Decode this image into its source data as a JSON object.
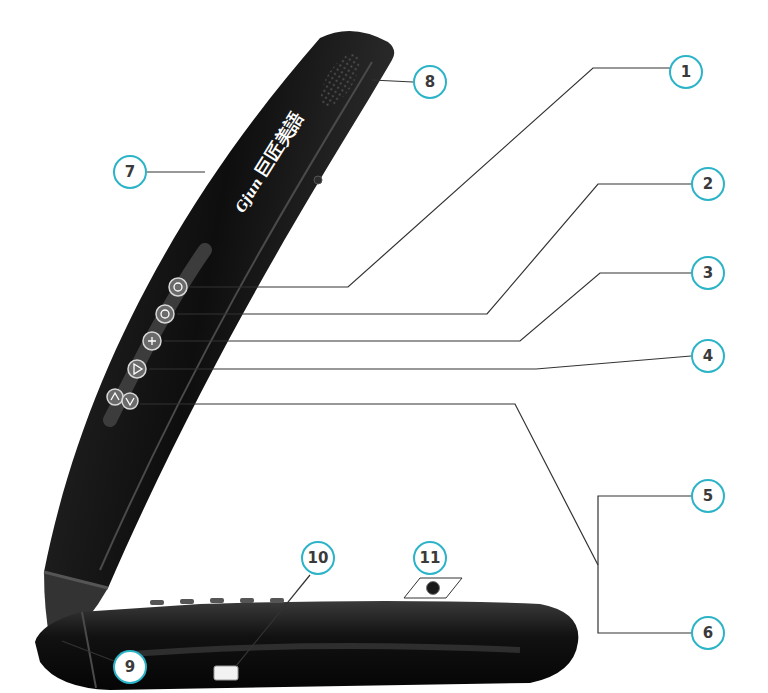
{
  "diagram": {
    "nodes": [
      {
        "text": [
          "1"
        ]
      },
      {
        "text": [
          "2"
        ]
      },
      {
        "text": [
          "3"
        ]
      },
      {
        "text": [
          "4"
        ]
      },
      {
        "text": [
          "5"
        ]
      },
      {
        "text": [
          "6"
        ]
      },
      {
        "text": [
          "7"
        ]
      },
      {
        "text": [
          "8"
        ]
      },
      {
        "text": [
          "9"
        ]
      },
      {
        "text": [
          "10"
        ]
      },
      {
        "text": [
          "11"
        ]
      }
    ],
    "labels": [
      "Gjun",
      "巨匠美語"
    ]
  }
}
